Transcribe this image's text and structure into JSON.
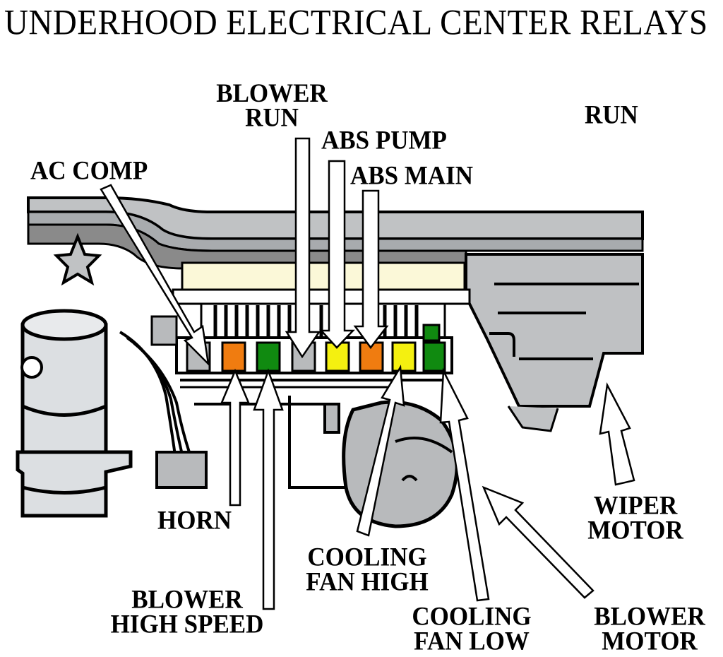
{
  "title": "UNDERHOOD ELECTRICAL CENTER RELAYS",
  "colors": {
    "orange_relay": "#f07c10",
    "green_relay": "#108a10",
    "yellow_relay": "#f4f010",
    "gray_relay": "#b8babc",
    "housing_cream": "#fbf8d8",
    "panel_gray": "#c0c2c4",
    "dark_gray": "#8a8a8a",
    "light_gray": "#dcdfe2"
  },
  "relays": [
    {
      "name": "AC COMP",
      "color": "gray"
    },
    {
      "name": "HORN",
      "color": "orange"
    },
    {
      "name": "BLOWER HIGH SPEED",
      "color": "green"
    },
    {
      "name": "BLOWER RUN",
      "color": "gray"
    },
    {
      "name": "ABS PUMP",
      "color": "yellow"
    },
    {
      "name": "ABS MAIN",
      "color": "orange"
    },
    {
      "name": "COOLING FAN HIGH",
      "color": "yellow"
    },
    {
      "name": "COOLING FAN LOW",
      "color": "green"
    }
  ],
  "labels": {
    "blower_run": [
      "BLOWER",
      "RUN"
    ],
    "run": "RUN",
    "abs_pump": "ABS PUMP",
    "abs_main": "ABS MAIN",
    "ac_comp": "AC COMP",
    "horn": "HORN",
    "blower_high_speed": [
      "BLOWER",
      "HIGH SPEED"
    ],
    "cooling_fan_high": [
      "COOLING",
      "FAN HIGH"
    ],
    "cooling_fan_low": [
      "COOLING",
      "FAN LOW"
    ],
    "wiper_motor": [
      "WIPER",
      "MOTOR"
    ],
    "blower_motor": [
      "BLOWER",
      "MOTOR"
    ]
  }
}
